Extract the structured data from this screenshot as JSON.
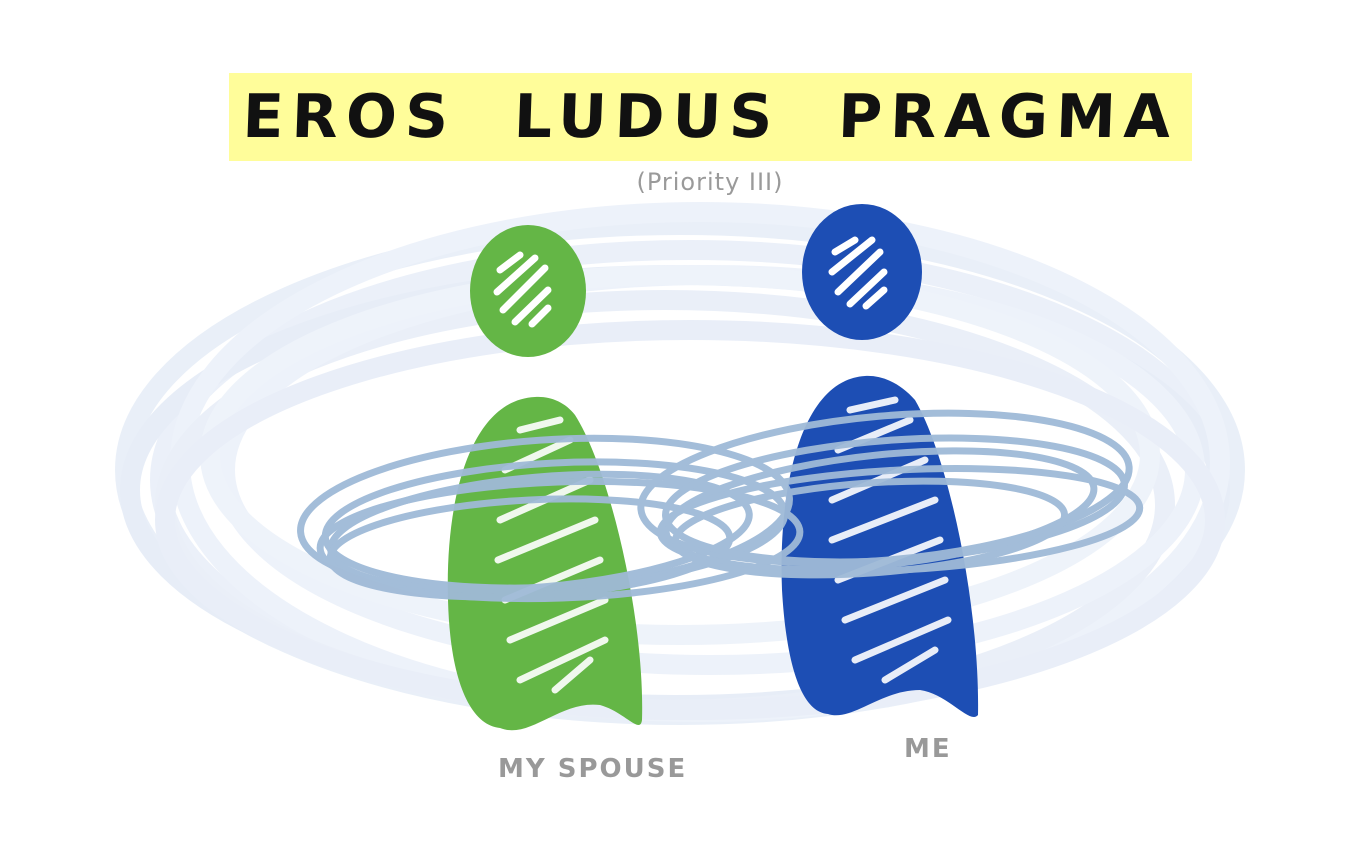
{
  "title": {
    "text": "EROS  LUDUS  PRAGMA",
    "highlight_color": "#fffd9a"
  },
  "subtitle": "(Priority III)",
  "figures": [
    {
      "label": "MY SPOUSE",
      "color": "#64b646"
    },
    {
      "label": "ME",
      "color": "#1d4eb4"
    }
  ],
  "swirl_colors": {
    "outer": "#e7eef8",
    "inner": "#9fbad7"
  }
}
